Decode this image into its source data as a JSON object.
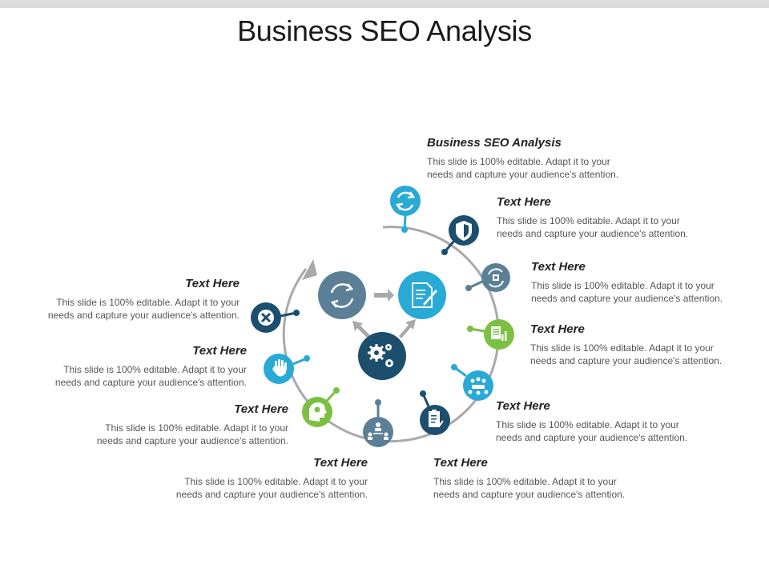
{
  "title": "Business SEO Analysis",
  "colors": {
    "teal": "#29a9d6",
    "navy": "#1c4e6e",
    "slate": "#5b7f96",
    "green": "#7cc043",
    "arc": "#a9a9a9"
  },
  "center_icons": [
    {
      "name": "refresh-cycle-icon",
      "color": "slate"
    },
    {
      "name": "document-edit-icon",
      "color": "teal"
    },
    {
      "name": "gears-icon",
      "color": "navy"
    }
  ],
  "nodes": [
    {
      "icon": "refresh-icon",
      "color": "teal"
    },
    {
      "icon": "shield-icon",
      "color": "navy"
    },
    {
      "icon": "gear-refresh-icon",
      "color": "slate"
    },
    {
      "icon": "report-chart-icon",
      "color": "green"
    },
    {
      "icon": "meeting-icon",
      "color": "teal"
    },
    {
      "icon": "clipboard-check-icon",
      "color": "navy"
    },
    {
      "icon": "people-network-icon",
      "color": "slate"
    },
    {
      "icon": "brain-head-icon",
      "color": "green"
    },
    {
      "icon": "hand-icon",
      "color": "teal"
    },
    {
      "icon": "close-icon",
      "color": "navy"
    }
  ],
  "blocks": [
    {
      "heading": "Business SEO Analysis",
      "line1": "This slide is 100% editable. Adapt it to your",
      "line2": "needs and capture your audience's attention."
    },
    {
      "heading": "Text Here",
      "line1": "This slide is 100% editable. Adapt it to your",
      "line2": "needs and capture your audience's attention."
    },
    {
      "heading": "Text Here",
      "line1": "This slide is 100% editable. Adapt it to your",
      "line2": "needs and capture your audience's attention."
    },
    {
      "heading": "Text Here",
      "line1": "This slide is 100% editable. Adapt it to your",
      "line2": "needs and capture your audience's attention."
    },
    {
      "heading": "Text Here",
      "line1": "This slide is 100% editable. Adapt it to your",
      "line2": "needs and capture your audience's attention."
    },
    {
      "heading": "Text Here",
      "line1": "This slide is 100% editable. Adapt it to your",
      "line2": "needs and capture your audience's attention."
    },
    {
      "heading": "Text Here",
      "line1": "This slide is 100% editable. Adapt it to your",
      "line2": "needs and capture your audience's attention."
    },
    {
      "heading": "Text Here",
      "line1": "This slide is 100% editable. Adapt it to your",
      "line2": "needs and capture your audience's attention."
    },
    {
      "heading": "Text Here",
      "line1": "This slide is 100% editable. Adapt it to your",
      "line2": "needs and capture your audience's attention."
    },
    {
      "heading": "Text Here",
      "line1": "This slide is 100% editable. Adapt it to your",
      "line2": "needs and capture your audience's attention."
    }
  ]
}
